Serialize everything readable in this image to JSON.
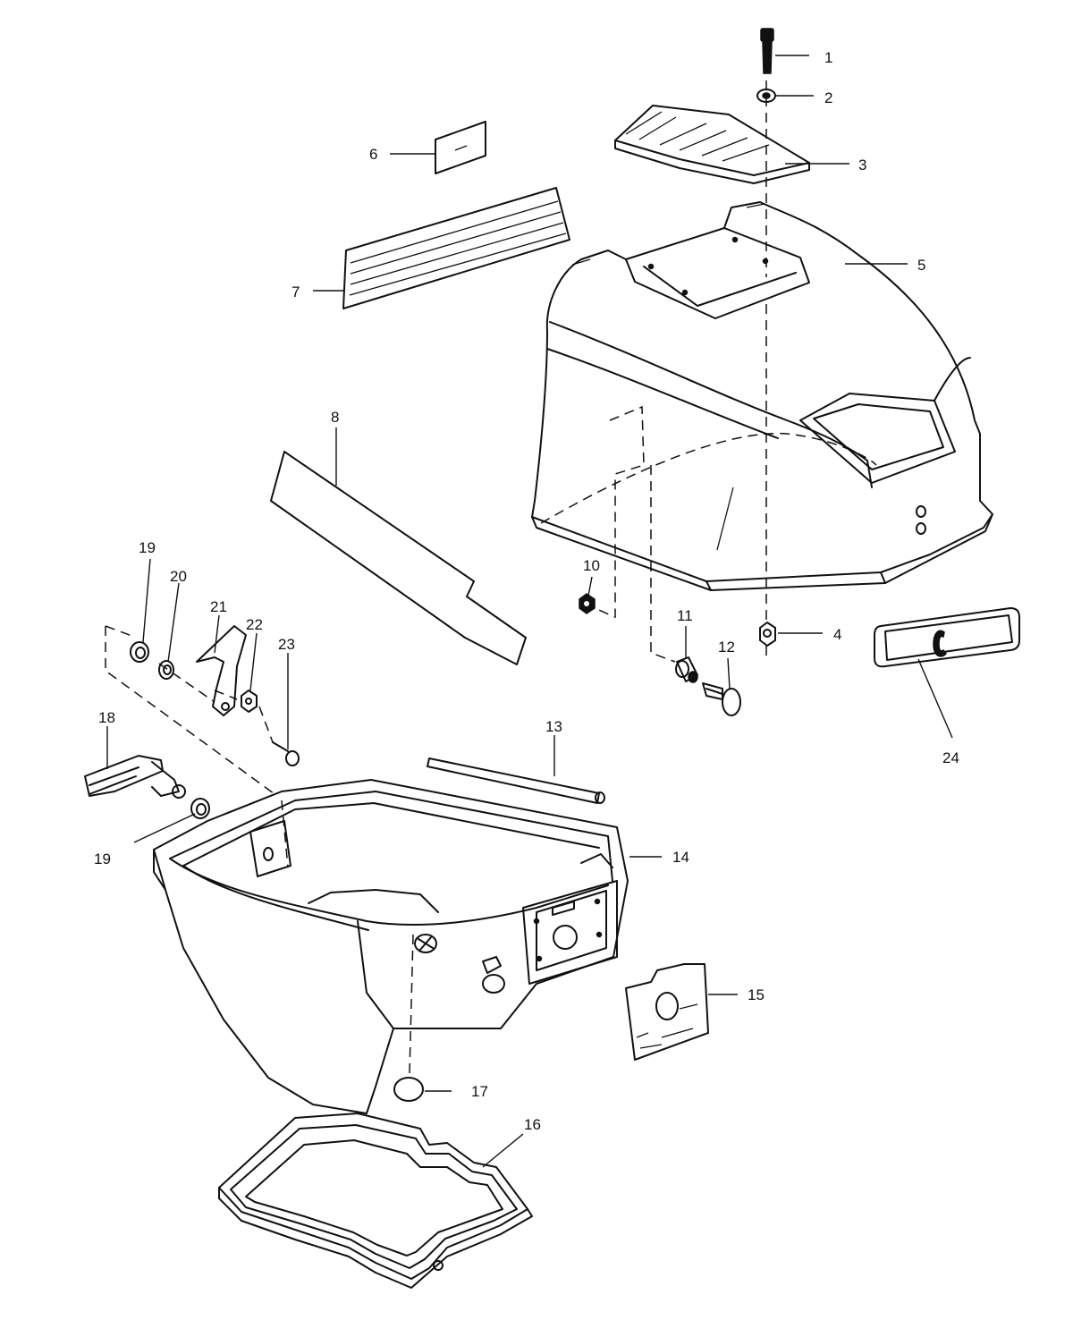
{
  "callouts": [
    {
      "id": "1",
      "text": "1"
    },
    {
      "id": "2",
      "text": "2"
    },
    {
      "id": "3",
      "text": "3"
    },
    {
      "id": "4",
      "text": "4"
    },
    {
      "id": "5",
      "text": "5"
    },
    {
      "id": "6",
      "text": "6"
    },
    {
      "id": "7",
      "text": "7"
    },
    {
      "id": "8",
      "text": "8"
    },
    {
      "id": "10",
      "text": "10"
    },
    {
      "id": "11",
      "text": "11"
    },
    {
      "id": "12",
      "text": "12"
    },
    {
      "id": "13",
      "text": "13"
    },
    {
      "id": "14",
      "text": "14"
    },
    {
      "id": "15",
      "text": "15"
    },
    {
      "id": "16",
      "text": "16"
    },
    {
      "id": "17",
      "text": "17"
    },
    {
      "id": "18",
      "text": "18"
    },
    {
      "id": "19a",
      "text": "19"
    },
    {
      "id": "19b",
      "text": "19"
    },
    {
      "id": "20",
      "text": "20"
    },
    {
      "id": "21",
      "text": "21"
    },
    {
      "id": "22",
      "text": "22"
    },
    {
      "id": "23",
      "text": "23"
    },
    {
      "id": "24",
      "text": "24"
    }
  ]
}
